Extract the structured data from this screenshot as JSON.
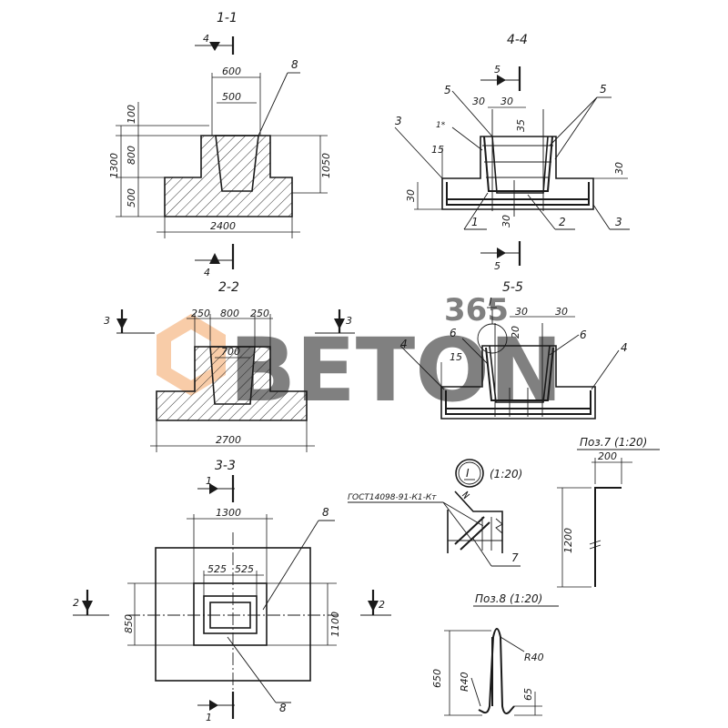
{
  "watermark": {
    "text": "BETON",
    "badge": "365",
    "text_color": "#c8c8c8",
    "badge_color": "#f2a25c",
    "logo_color": "#ee8a3a"
  },
  "section_1_1": {
    "title": "1-1",
    "cut_4_label": "4",
    "dims": {
      "top_outer": "600",
      "top_inner": "500",
      "left_100": "100",
      "left_800": "800",
      "left_500": "500",
      "overall_height": "1300",
      "right_height": "1050",
      "width": "2400"
    },
    "callout": "8"
  },
  "section_2_2": {
    "title": "2-2",
    "cut_3_label": "3",
    "dims": {
      "wall_left": "250",
      "top_width": "800",
      "wall_right": "250",
      "inner": "700",
      "width": "2700"
    }
  },
  "section_3_3": {
    "title": "3-3",
    "cut_1_label": "1",
    "cut_2_label": "2",
    "dims": {
      "top_width": "1300",
      "half_left": "525",
      "half_right": "525",
      "left_height": "850",
      "right_height": "1100"
    },
    "callouts": [
      "8",
      "8"
    ]
  },
  "section_4_4": {
    "title": "4-4",
    "cut_5_label": "5",
    "dims": {
      "gap_a": "30",
      "gap_b": "30",
      "top": "35",
      "side_15": "15",
      "side_30_right": "30",
      "side_30_left": "30",
      "bottom_30": "30"
    },
    "callouts": [
      "5",
      "5",
      "3",
      "1*",
      "1",
      "2",
      "3"
    ]
  },
  "section_5_5": {
    "title": "5-5",
    "node_label": "I",
    "dims": {
      "gap_a": "30",
      "gap_b": "30",
      "drop": "20",
      "side_15": "15"
    },
    "callouts": [
      "4",
      "6",
      "6",
      "4"
    ]
  },
  "node_detail": {
    "label": "I",
    "scale": "(1:20)",
    "standard": "ГОСТ14098-91-К1-Кт",
    "callout": "7"
  },
  "pos_7": {
    "title": "Поз.7 (1:20)",
    "dims": {
      "top": "200",
      "height": "1200"
    }
  },
  "pos_8": {
    "title": "Поз.8 (1:20)",
    "dims": {
      "height": "650",
      "radius_left": "R40",
      "radius_right": "R40",
      "end": "65"
    }
  }
}
